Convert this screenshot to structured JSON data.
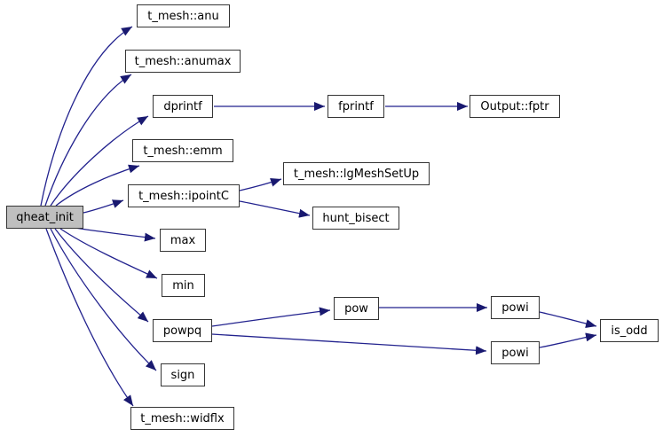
{
  "diagram": {
    "type": "call-graph",
    "root": "qheat_init",
    "colors": {
      "background": "#ffffff",
      "edge": "#191970",
      "node_fill": "#ffffff",
      "node_border": "#353535",
      "root_fill": "#bfbfbf",
      "text": "#000000"
    }
  },
  "nodes": {
    "qheat_init": {
      "label": "qheat_init",
      "highlighted": true
    },
    "anu": {
      "label": "t_mesh::anu"
    },
    "anumax": {
      "label": "t_mesh::anumax"
    },
    "dprintf": {
      "label": "dprintf"
    },
    "fprintf": {
      "label": "fprintf"
    },
    "output_fptr": {
      "label": "Output::fptr"
    },
    "emm": {
      "label": "t_mesh::emm"
    },
    "lgmeshsetup": {
      "label": "t_mesh::lgMeshSetUp"
    },
    "ipointc": {
      "label": "t_mesh::ipointC"
    },
    "hunt_bisect": {
      "label": "hunt_bisect"
    },
    "max": {
      "label": "max"
    },
    "min": {
      "label": "min"
    },
    "pow": {
      "label": "pow"
    },
    "powi_a": {
      "label": "powi"
    },
    "powi_b": {
      "label": "powi"
    },
    "powpq": {
      "label": "powpq"
    },
    "is_odd": {
      "label": "is_odd"
    },
    "sign": {
      "label": "sign"
    },
    "widflx": {
      "label": "t_mesh::widflx"
    }
  },
  "edges": [
    {
      "from": "qheat_init",
      "to": "anu"
    },
    {
      "from": "qheat_init",
      "to": "anumax"
    },
    {
      "from": "qheat_init",
      "to": "dprintf"
    },
    {
      "from": "qheat_init",
      "to": "emm"
    },
    {
      "from": "qheat_init",
      "to": "ipointc"
    },
    {
      "from": "qheat_init",
      "to": "max"
    },
    {
      "from": "qheat_init",
      "to": "min"
    },
    {
      "from": "qheat_init",
      "to": "powpq"
    },
    {
      "from": "qheat_init",
      "to": "sign"
    },
    {
      "from": "qheat_init",
      "to": "widflx"
    },
    {
      "from": "dprintf",
      "to": "fprintf"
    },
    {
      "from": "fprintf",
      "to": "output_fptr"
    },
    {
      "from": "ipointc",
      "to": "lgmeshsetup"
    },
    {
      "from": "ipointc",
      "to": "hunt_bisect"
    },
    {
      "from": "powpq",
      "to": "pow"
    },
    {
      "from": "powpq",
      "to": "powi_b"
    },
    {
      "from": "pow",
      "to": "powi_a"
    },
    {
      "from": "powi_a",
      "to": "is_odd"
    },
    {
      "from": "powi_b",
      "to": "is_odd"
    }
  ]
}
